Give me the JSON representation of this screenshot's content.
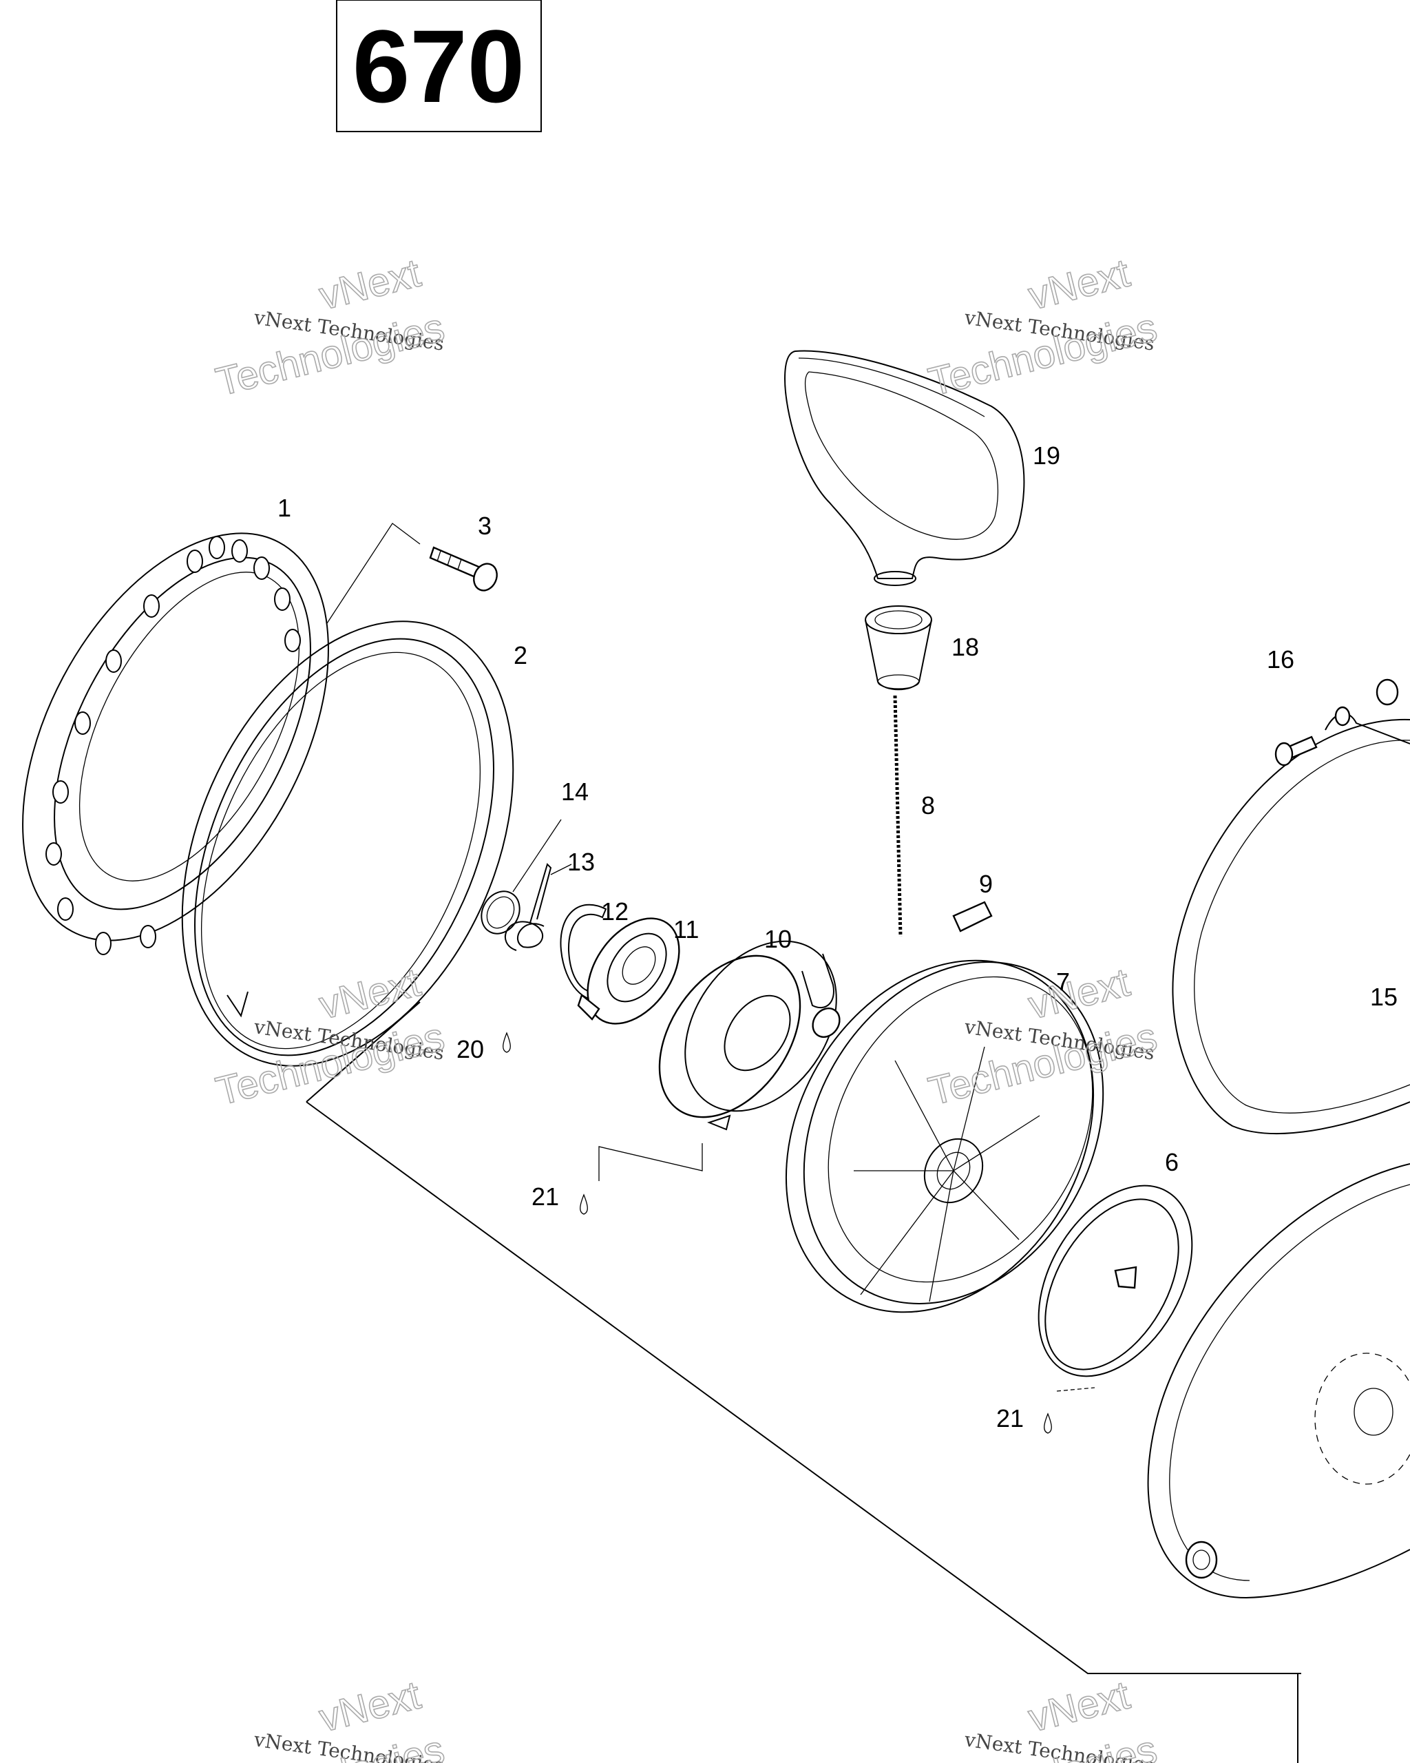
{
  "page_number": "670",
  "callouts": [
    {
      "id": "1",
      "label": "1"
    },
    {
      "id": "2",
      "label": "2"
    },
    {
      "id": "3",
      "label": "3"
    },
    {
      "id": "6",
      "label": "6"
    },
    {
      "id": "7",
      "label": "7"
    },
    {
      "id": "8",
      "label": "8"
    },
    {
      "id": "9",
      "label": "9"
    },
    {
      "id": "10",
      "label": "10"
    },
    {
      "id": "11",
      "label": "11"
    },
    {
      "id": "12",
      "label": "12"
    },
    {
      "id": "13",
      "label": "13"
    },
    {
      "id": "14",
      "label": "14"
    },
    {
      "id": "15",
      "label": "15"
    },
    {
      "id": "16",
      "label": "16"
    },
    {
      "id": "18",
      "label": "18"
    },
    {
      "id": "19",
      "label": "19"
    },
    {
      "id": "20",
      "label": "20"
    },
    {
      "id": "21a",
      "label": "21"
    },
    {
      "id": "21b",
      "label": "21"
    }
  ],
  "watermark": {
    "small_text": "vNext Technologies",
    "big_line1": "vNext",
    "big_line2": "Technologies"
  }
}
